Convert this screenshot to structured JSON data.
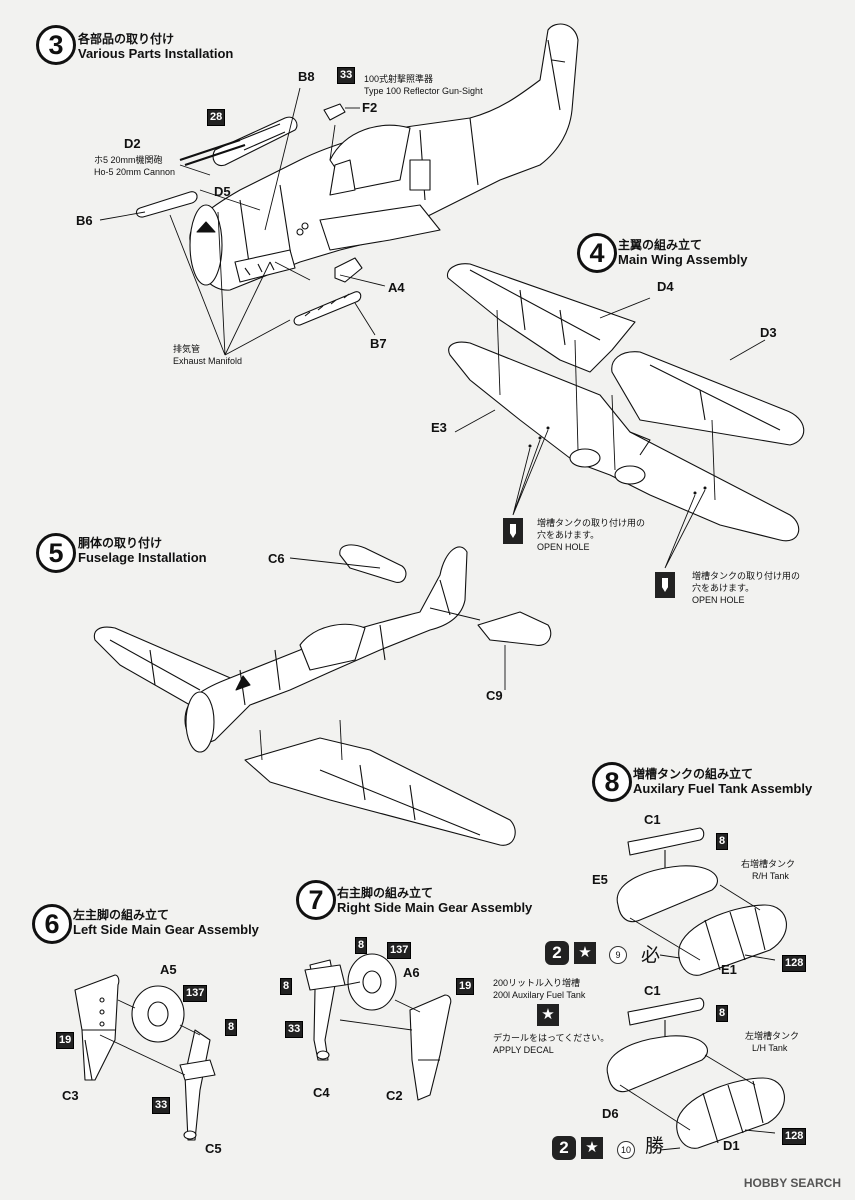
{
  "steps": {
    "s3": {
      "num": "3",
      "jp": "各部品の取り付け",
      "en": "Various Parts Installation"
    },
    "s4": {
      "num": "4",
      "jp": "主翼の組み立て",
      "en": "Main Wing Assembly"
    },
    "s5": {
      "num": "5",
      "jp": "胴体の取り付け",
      "en": "Fuselage Installation"
    },
    "s6": {
      "num": "6",
      "jp": "左主脚の組み立て",
      "en": "Left Side Main Gear Assembly"
    },
    "s7": {
      "num": "7",
      "jp": "右主脚の組み立て",
      "en": "Right Side Main Gear Assembly"
    },
    "s8": {
      "num": "8",
      "jp": "増槽タンクの組み立て",
      "en": "Auxilary Fuel Tank Assembly"
    }
  },
  "parts": {
    "B8": "B8",
    "F2": "F2",
    "D2": "D2",
    "D5": "D5",
    "B6": "B6",
    "A4": "A4",
    "B7": "B7",
    "D4": "D4",
    "D3": "D3",
    "E3": "E3",
    "C6": "C6",
    "C9": "C9",
    "A5": "A5",
    "C3": "C3",
    "C5": "C5",
    "A6": "A6",
    "C4": "C4",
    "C2": "C2",
    "C1a": "C1",
    "E5": "E5",
    "E1": "E1",
    "C1b": "C1",
    "D6": "D6",
    "D1": "D1"
  },
  "paint_codes": {
    "s3_28": "28",
    "s3_33": "33",
    "s6_137": "137",
    "s6_8": "8",
    "s6_19": "19",
    "s6_33": "33",
    "s7_8a": "8",
    "s7_137": "137",
    "s7_8b": "8",
    "s7_19": "19",
    "s7_33": "33",
    "s8_8a": "8",
    "s8_128a": "128",
    "s8_8b": "8",
    "s8_128b": "128"
  },
  "notes": {
    "gunsight_jp": "100式射撃照準器",
    "gunsight_en": "Type 100 Reflector Gun-Sight",
    "cannon_jp": "ホ5 20mm機関砲",
    "cannon_en": "Ho-5 20mm Cannon",
    "exhaust_jp": "排気管",
    "exhaust_en": "Exhaust Manifold",
    "hole_jp1": "増槽タンクの取り付け用の",
    "hole_jp2": "穴をあけます。",
    "hole_en": "OPEN HOLE",
    "rh_jp": "右増槽タンク",
    "rh_en": "R/H Tank",
    "lh_jp": "左増槽タンク",
    "lh_en": "L/H Tank",
    "tank200_jp": "200リットル入り増槽",
    "tank200_en": "200l Auxilary Fuel Tank",
    "decal_jp": "デカールをはってください。",
    "decal_en": "APPLY DECAL"
  },
  "decals": {
    "ref": "2",
    "star": "★",
    "num9": "9",
    "num10": "10",
    "kanji_upper": "必",
    "kanji_lower": "勝"
  },
  "watermark": "HOBBY SEARCH",
  "colors": {
    "ink": "#111111",
    "paper": "#f2f2f0",
    "fill": "#ffffff",
    "badge": "#222222"
  }
}
